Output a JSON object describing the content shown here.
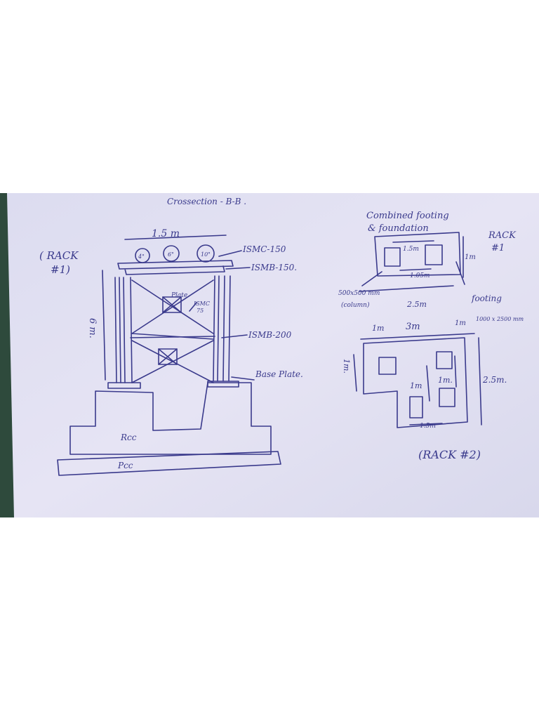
{
  "sketch": {
    "cross_section_title": "Crossection - B-B .",
    "rack1_label": [
      "( RACK",
      "#1)"
    ],
    "width_dim": "1.5 m",
    "height_dim": "6 m.",
    "pipe_sizes": [
      "4\"",
      "6\"",
      "10\""
    ],
    "members": {
      "ismc": "ISMC-150",
      "ismb_150": "ISMB-150.",
      "ismb_200": "ISMB-200",
      "ismc_75": [
        "ISMC",
        "75"
      ],
      "plate": "Plate.",
      "base_plate": "Base Plate."
    },
    "rcc": "Rcc",
    "pcc": "Pcc",
    "combined_footing": [
      "Combined footing",
      "& foundation"
    ],
    "rack1_right": [
      "RACK",
      "#1"
    ],
    "cf_dims": {
      "top": "1.5m",
      "right": "1m",
      "bottom": "1.05m",
      "length": "2.5m"
    },
    "column_size": [
      "500x500 mm",
      "(column)"
    ],
    "footing": [
      "footing",
      "1000 x 2500 mm"
    ],
    "rack2_dims": [
      "1m",
      "3m",
      "1m",
      "1m.",
      "2.5m.",
      "1m",
      "1m.",
      "1.5m"
    ],
    "rack2_label": "(RACK #2)"
  }
}
